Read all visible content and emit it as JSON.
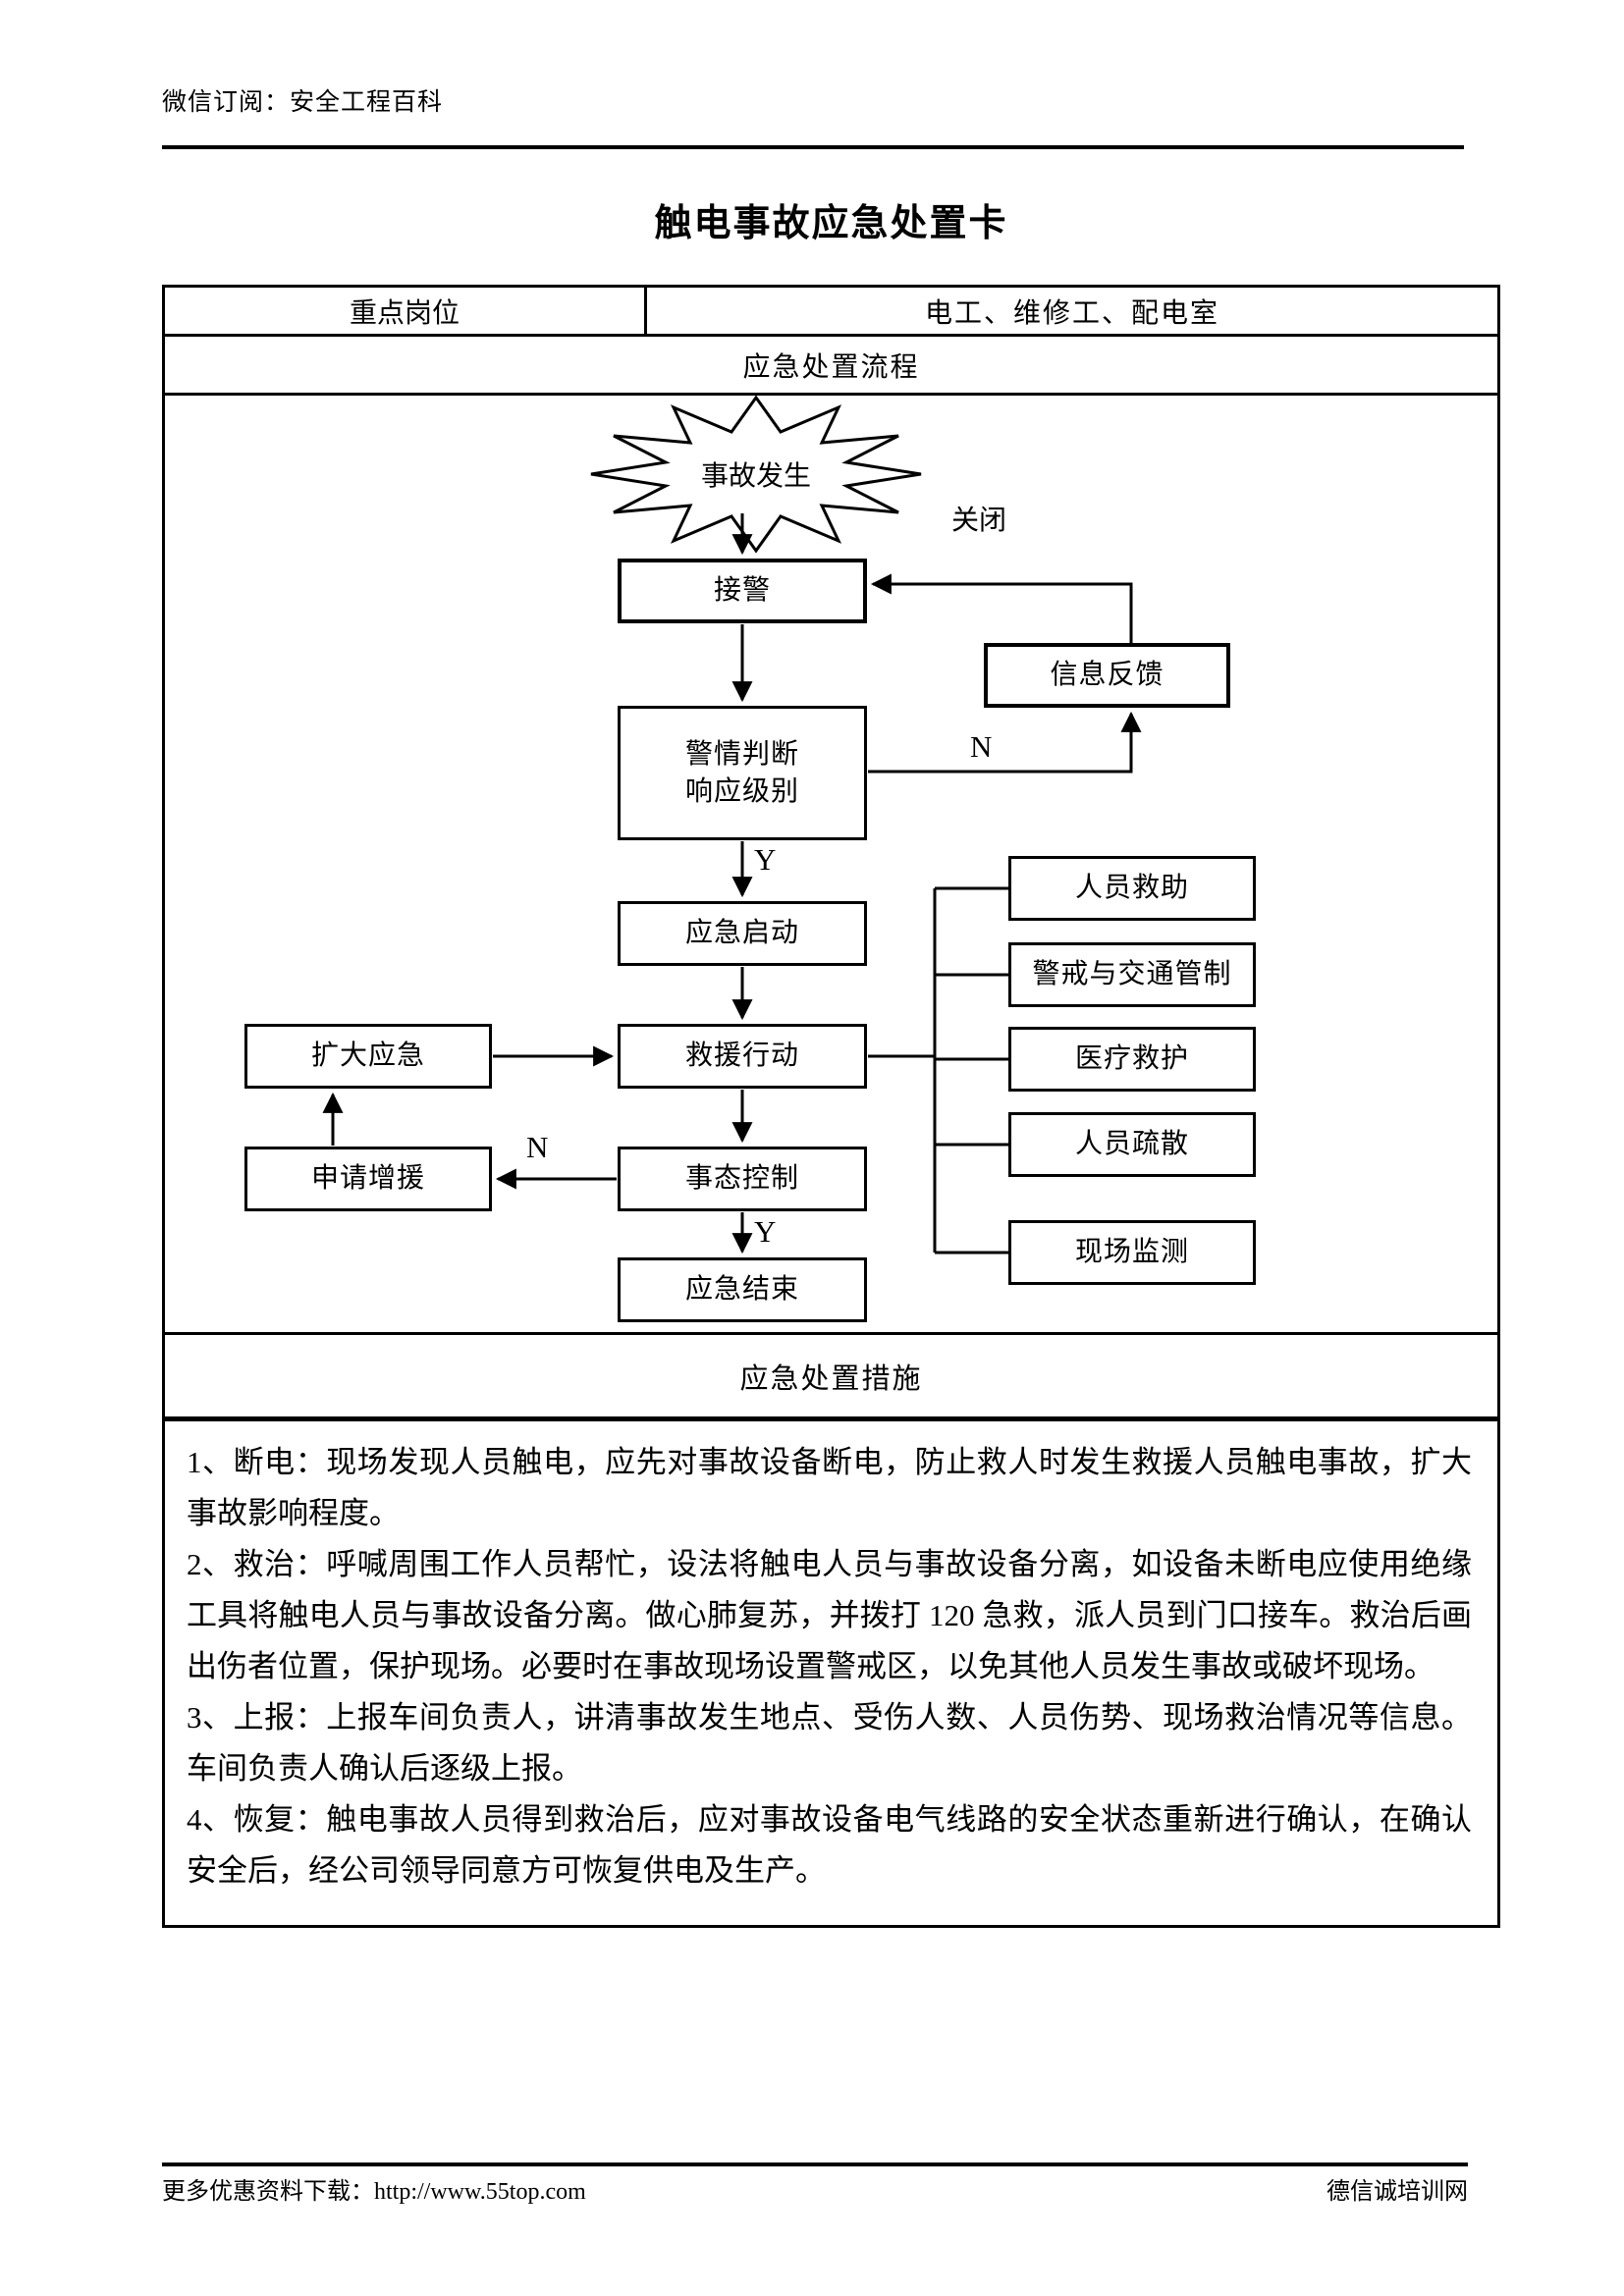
{
  "page": {
    "header": "微信订阅：安全工程百科",
    "title": "触电事故应急处置卡",
    "footer_left": "更多优惠资料下载：http://www.55top.com",
    "footer_right": "德信诚培训网"
  },
  "card": {
    "post_label": "重点岗位",
    "post_value": "电工、维修工、配电室",
    "flow_header": "应急处置流程",
    "measures_header": "应急处置措施"
  },
  "flowchart": {
    "start": "事故发生",
    "receive": "接警",
    "feedback": "信息反馈",
    "judge_line1": "警情判断",
    "judge_line2": "响应级别",
    "launch": "应急启动",
    "rescue": "救援行动",
    "expand": "扩大应急",
    "reinforce": "申请增援",
    "control": "事态控制",
    "finish": "应急结束",
    "close_label": "关闭",
    "yes_label": "Y",
    "no_label": "N",
    "side_actions": [
      "人员救助",
      "警戒与交通管制",
      "医疗救护",
      "人员疏散",
      "现场监测"
    ]
  },
  "measures": {
    "items": [
      "1、断电：现场发现人员触电，应先对事故设备断电，防止救人时发生救援人员触电事故，扩大事故影响程度。",
      "2、救治：呼喊周围工作人员帮忙，设法将触电人员与事故设备分离，如设备未断电应使用绝缘工具将触电人员与事故设备分离。做心肺复苏，并拨打 120 急救，派人员到门口接车。救治后画出伤者位置，保护现场。必要时在事故现场设置警戒区，以免其他人员发生事故或破坏现场。",
      "3、上报：上报车间负责人，讲清事故发生地点、受伤人数、人员伤势、现场救治情况等信息。车间负责人确认后逐级上报。",
      "4、恢复：触电事故人员得到救治后，应对事故设备电气线路的安全状态重新进行确认，在确认安全后，经公司领导同意方可恢复供电及生产。"
    ]
  }
}
